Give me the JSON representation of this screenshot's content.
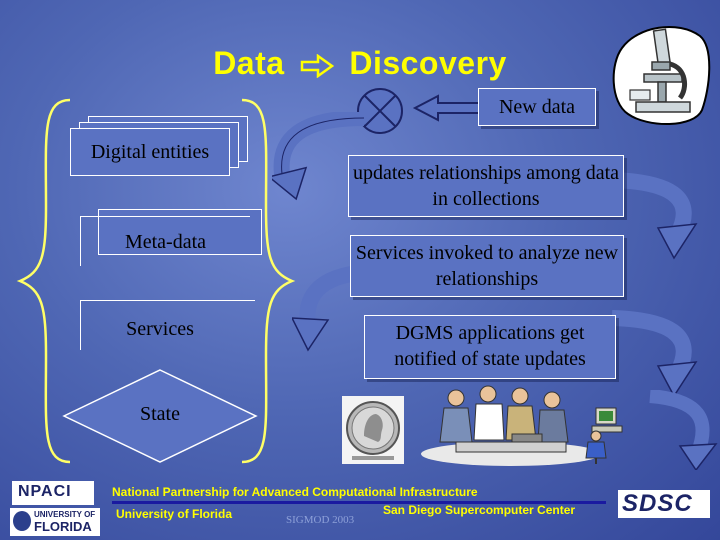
{
  "title": {
    "left": "Data",
    "right": "Discovery"
  },
  "new_data": "New data",
  "left_items": {
    "digital_entities": "Digital entities",
    "meta_data": "Meta-data",
    "services": "Services",
    "state": "State"
  },
  "flow_boxes": [
    {
      "text": "updates relationships among data in collections"
    },
    {
      "text": "Services invoked to analyze new relationships"
    },
    {
      "text": "DGMS applications get notified of state updates"
    }
  ],
  "footer": {
    "npaci": "National Partnership for Advanced Computational Infrastructure",
    "uf": "University of Florida",
    "sdsc_center": "San Diego Supercomputer Center",
    "sigmod": "SIGMOD 2003",
    "sdsc_logo": "SDSC",
    "npaci_logo": "NPACI",
    "uf_logo_top": "UNIVERSITY OF",
    "uf_logo_bottom": "FLORIDA"
  },
  "colors": {
    "title": "#ffff00",
    "box_fill": "#5a72c2",
    "footer_line": "#1a1aa0",
    "brace": "#ffff66"
  }
}
